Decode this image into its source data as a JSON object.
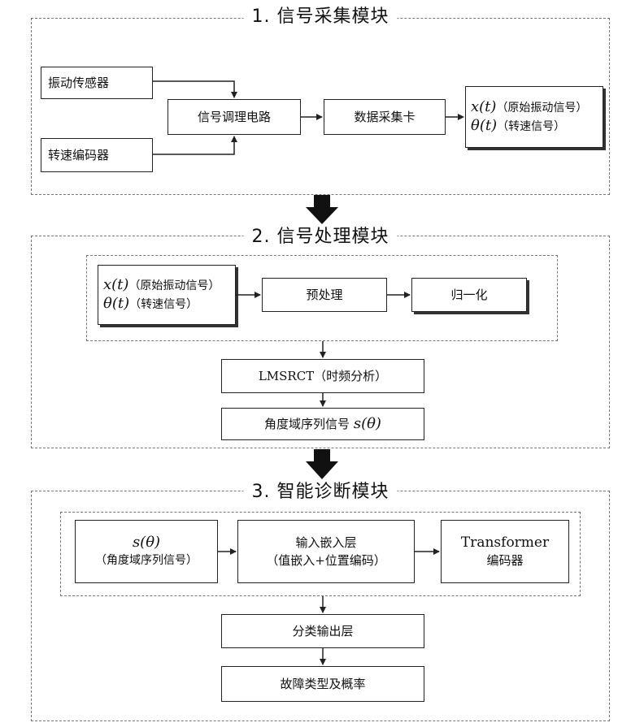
{
  "module1": {
    "title": "1. 信号采集模块",
    "vib_sensor": "振动传感器",
    "encoder": "转速编码器",
    "conditioning": "信号调理电路",
    "daq": "数据采集卡",
    "out_x": "x(t)",
    "out_x_desc": "（原始振动信号）",
    "out_theta": "θ(t)",
    "out_theta_desc": "（转速信号）"
  },
  "module2": {
    "title": "2. 信号处理模块",
    "in_x": "x(t)",
    "in_x_desc": "（原始振动信号）",
    "in_theta": "θ(t)",
    "in_theta_desc": "（转速信号）",
    "preprocess": "预处理",
    "normalize": "归一化",
    "lmsrct": "LMSRCT（时频分析）",
    "angle_seq": "角度域序列信号",
    "angle_seq_sym": "s(θ)"
  },
  "module3": {
    "title": "3. 智能诊断模块",
    "input_sym": "s(θ)",
    "input_desc": "（角度域序列信号）",
    "embed_line1": "输入嵌入层",
    "embed_line2": "（值嵌入+位置编码）",
    "transformer_line1": "Transformer",
    "transformer_line2": "编码器",
    "classifier": "分类输出层",
    "result": "故障类型及概率"
  }
}
